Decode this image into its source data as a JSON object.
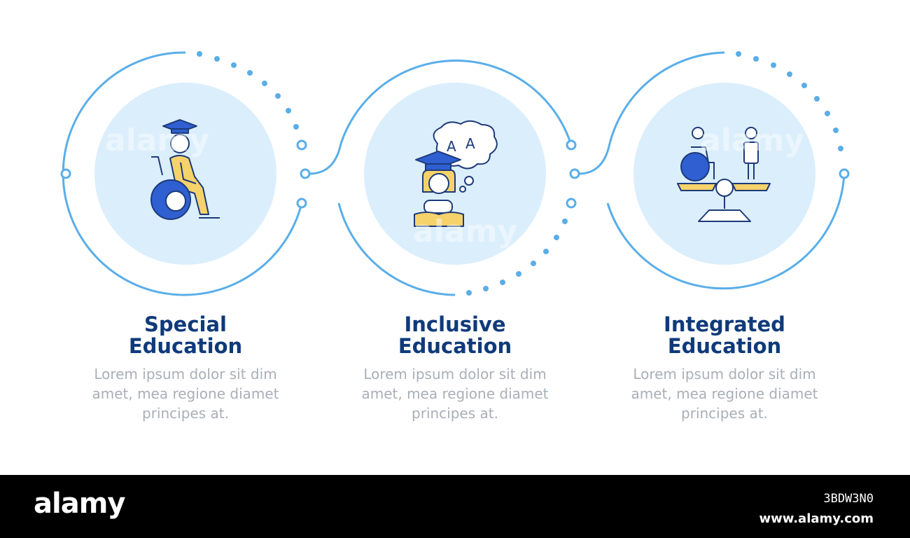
{
  "colors": {
    "ring": "#5aaee8",
    "circle_fill": "#dbeefc",
    "icon_blue": "#2f5fd0",
    "icon_yellow": "#f6d26a",
    "icon_stroke": "#1d3a78",
    "title": "#0f3a7a",
    "desc": "#a9afb8"
  },
  "steps": [
    {
      "icon": "wheelchair-graduate-icon",
      "title": [
        "Special",
        "Education"
      ],
      "desc": [
        "Lorem ipsum dolor sit dim",
        "amet, mea regione diamet",
        "principes at."
      ]
    },
    {
      "icon": "student-thinking-icon",
      "title": [
        "Inclusive",
        "Education"
      ],
      "desc": [
        "Lorem ipsum dolor sit dim",
        "amet, mea regione diamet",
        "principes at."
      ]
    },
    {
      "icon": "balance-scale-people-icon",
      "title": [
        "Integrated",
        "Education"
      ],
      "desc": [
        "Lorem ipsum dolor sit dim",
        "amet, mea regione diamet",
        "principes at."
      ]
    }
  ],
  "footer": {
    "brand": "alamy",
    "image_id": "3BDW3N0",
    "site": "www.alamy.com"
  }
}
